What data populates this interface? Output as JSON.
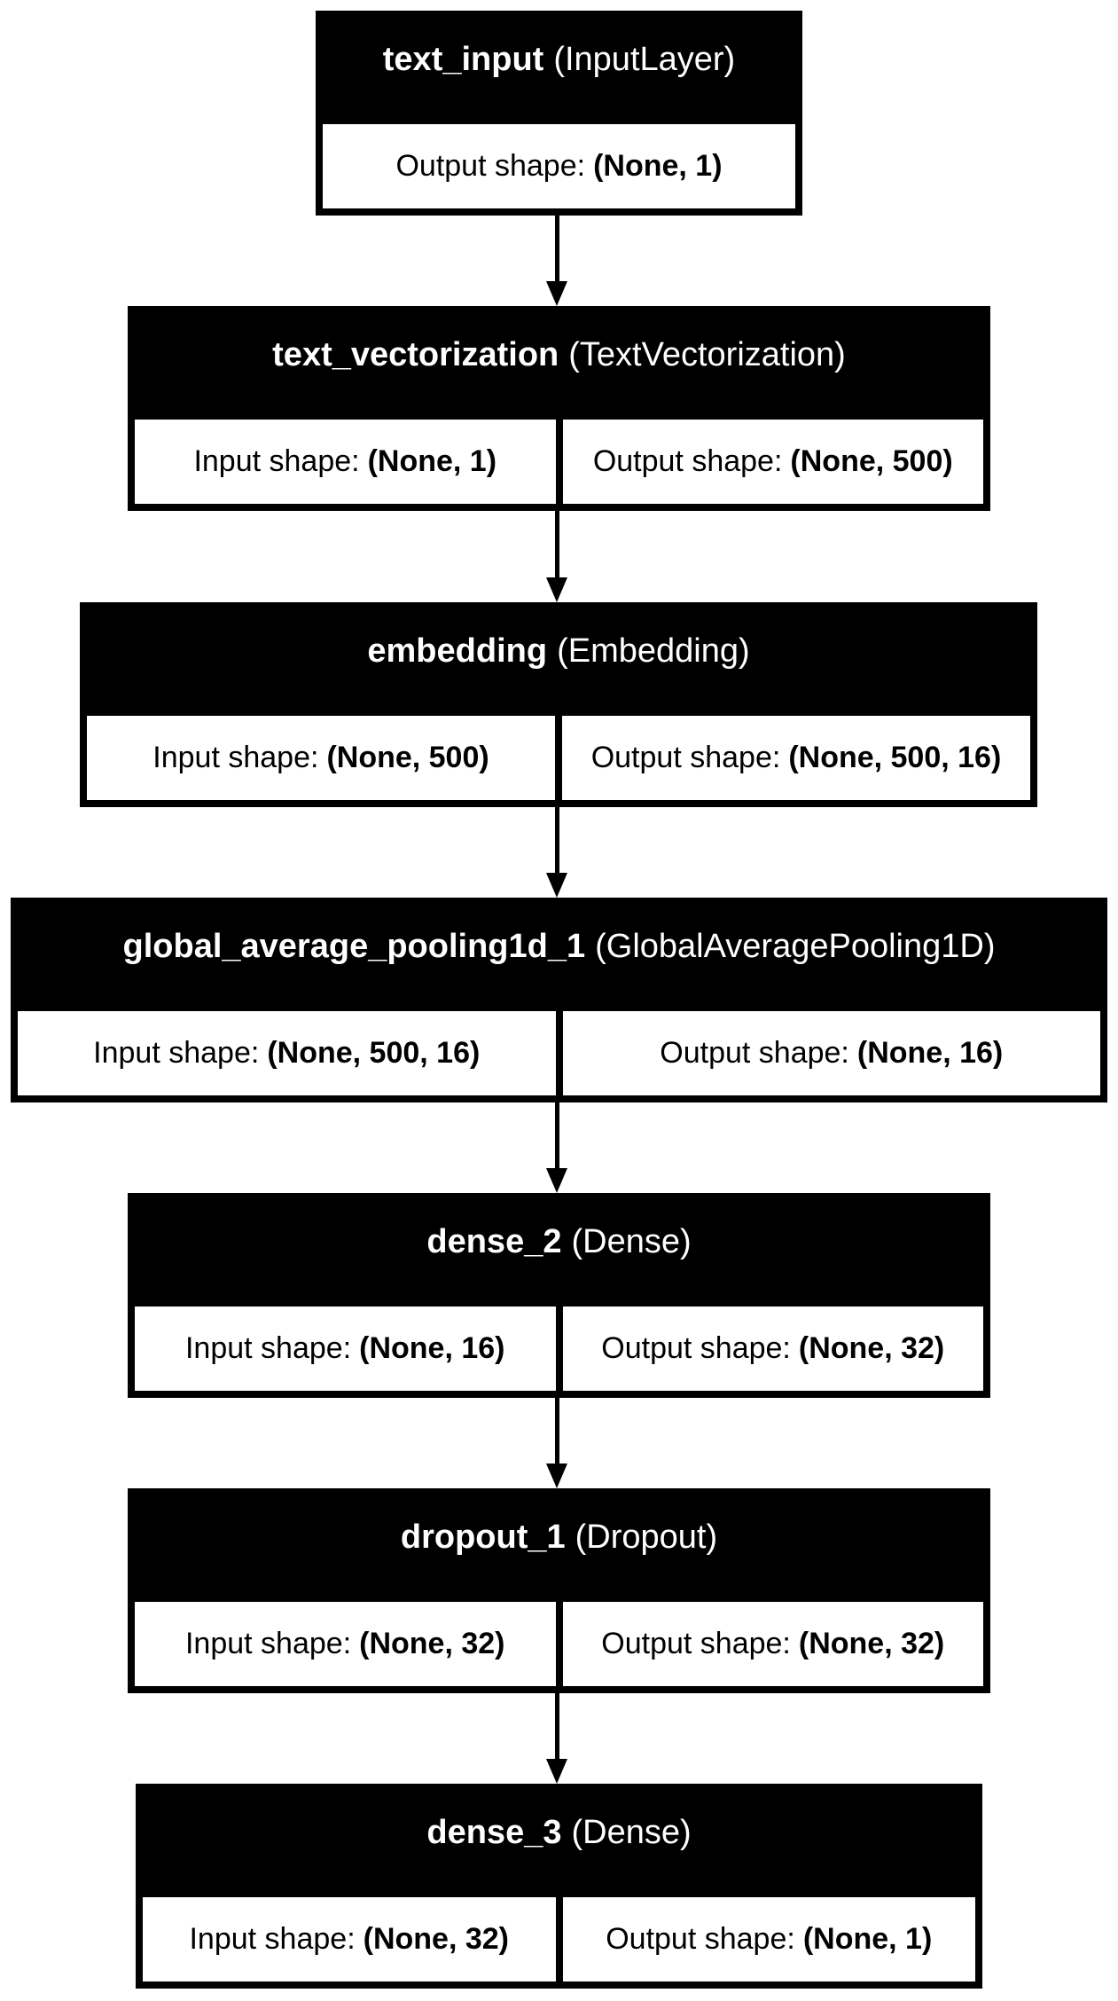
{
  "nodes": [
    {
      "name": "text_input",
      "type": "(InputLayer)",
      "cells": [
        {
          "label": "Output shape:",
          "value": "(None, 1)"
        }
      ]
    },
    {
      "name": "text_vectorization",
      "type": "(TextVectorization)",
      "cells": [
        {
          "label": "Input shape:",
          "value": "(None, 1)"
        },
        {
          "label": "Output shape:",
          "value": "(None, 500)"
        }
      ]
    },
    {
      "name": "embedding",
      "type": "(Embedding)",
      "cells": [
        {
          "label": "Input shape:",
          "value": "(None, 500)"
        },
        {
          "label": "Output shape:",
          "value": "(None, 500, 16)"
        }
      ]
    },
    {
      "name": "global_average_pooling1d_1",
      "type": "(GlobalAveragePooling1D)",
      "cells": [
        {
          "label": "Input shape:",
          "value": "(None, 500, 16)"
        },
        {
          "label": "Output shape:",
          "value": "(None, 16)"
        }
      ]
    },
    {
      "name": "dense_2",
      "type": "(Dense)",
      "cells": [
        {
          "label": "Input shape:",
          "value": "(None, 16)"
        },
        {
          "label": "Output shape:",
          "value": "(None, 32)"
        }
      ]
    },
    {
      "name": "dropout_1",
      "type": "(Dropout)",
      "cells": [
        {
          "label": "Input shape:",
          "value": "(None, 32)"
        },
        {
          "label": "Output shape:",
          "value": "(None, 32)"
        }
      ]
    },
    {
      "name": "dense_3",
      "type": "(Dense)",
      "cells": [
        {
          "label": "Input shape:",
          "value": "(None, 32)"
        },
        {
          "label": "Output shape:",
          "value": "(None, 1)"
        }
      ]
    }
  ],
  "edges": [
    {
      "from": "text_input",
      "to": "text_vectorization"
    },
    {
      "from": "text_vectorization",
      "to": "embedding"
    },
    {
      "from": "embedding",
      "to": "global_average_pooling1d_1"
    },
    {
      "from": "global_average_pooling1d_1",
      "to": "dense_2"
    },
    {
      "from": "dense_2",
      "to": "dropout_1"
    },
    {
      "from": "dropout_1",
      "to": "dense_3"
    }
  ],
  "colors": {
    "header_background": "#000000",
    "header_text": "#ffffff",
    "cell_background": "#ffffff",
    "cell_text": "#000000"
  }
}
